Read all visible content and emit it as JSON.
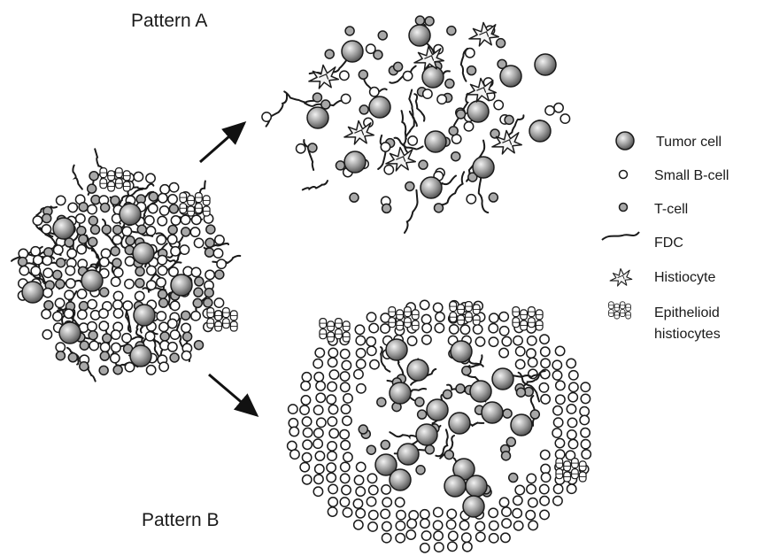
{
  "labels": {
    "pattern_a": "Pattern A",
    "pattern_b": "Pattern B"
  },
  "legend": {
    "tumor_cell": "Tumor cell",
    "small_b_cell": "Small B-cell",
    "t_cell": "T-cell",
    "fdc": "FDC",
    "histiocyte": "Histiocyte",
    "epithelioid_line1": "Epithelioid",
    "epithelioid_line2": "histiocytes"
  },
  "colors": {
    "tumor_fill": "#8c8c8c",
    "tumor_highlight": "#e6e6e6",
    "tcell_fill": "#a8a8a8",
    "bcell_fill": "#ffffff",
    "stroke": "#1a1a1a"
  }
}
